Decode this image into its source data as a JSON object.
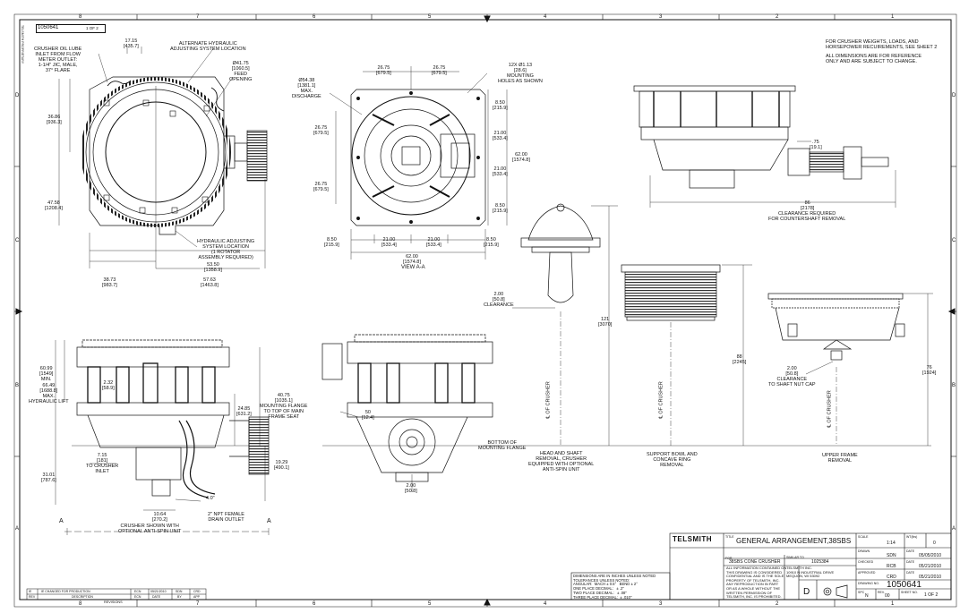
{
  "border": {
    "top_numbers": [
      "8",
      "7",
      "6",
      "5",
      "4",
      "3",
      "2",
      "1"
    ],
    "bottom_numbers": [
      "8",
      "7",
      "6",
      "5",
      "4",
      "3",
      "2",
      "1"
    ],
    "letters": [
      "D",
      "C",
      "B",
      "A"
    ]
  },
  "top_box": {
    "dwg": "1050641",
    "sheet": "1 OF 2"
  },
  "side_stamp": "TELSMITH PROPRIETARY",
  "notes": {
    "note1": "FOR CRUSHER WEIGHTS, LOADS, AND\nHORSEPOWER RECUIREMENTS, SEE SHEET 2",
    "note2": "ALL DIMENSIONS ARE FOR REFERENCE\nONLY AND ARE SUBJECT TO CHANGE."
  },
  "top_view": {
    "lube": "CRUSHER OIL LUBE\nINLET FROM FLOW\nMETER OUTLET:\n1-1/4\" JIC, MALE,\n37° FLARE",
    "d1715": "17.15\n[435.7]",
    "alt_hyd": "ALTERNATE HYDRAULIC\nADJUSTING SYSTEM LOCATION",
    "feed": "Ø41.75\n[1060.5]\nFEED\nOPENING",
    "d3686": "36.86\n[936.3]",
    "d4758": "47.58\n[1208.4]",
    "hyd_loc": "HYDRAULIC ADJUSTING\nSYSTEM LOCATION\n(1 ROTATOR\nASSEMBLY REQUIRED)",
    "d5350": "53.50\n[1358.9]",
    "d3873": "38.73\n[983.7]",
    "d5763": "57.63\n[1463.8]"
  },
  "view_aa": {
    "d2675a": "26.75\n[679.5]",
    "d2675b": "26.75\n[679.5]",
    "holes": "12X Ø1.13\n[28.6]\nMOUNTING\nHOLES AS SHOWN",
    "discharge": "Ø54.38\n[1381.1]\nMAX.\nDISCHARGE",
    "l2675a": "26.75\n[679.5]",
    "l2675b": "26.75\n[679.5]",
    "r850a": "8.50\n[215.9]",
    "r2100a": "21.00\n[533.4]",
    "r2100b": "21.00\n[533.4]",
    "r850b": "8.50\n[215.9]",
    "r6200": "62.00\n[1574.8]",
    "b850a": "8.50\n[215.9]",
    "b2100a": "21.00\n[533.4]",
    "b2100b": "21.00\n[533.4]",
    "b850b": "8.50\n[215.9]",
    "b6200": "62.00\n[1574.8]",
    "label": "VIEW A-A"
  },
  "side_top": {
    "d75": ".75\n[19.1]",
    "d86": "86\n[2178]",
    "clearance": "CLEARANCE REQUIRED\nFOR COUNTERSHAFT REMOVAL"
  },
  "head": {
    "d200": "2.00\n[50.8]\nCLEARANCE",
    "d121": "121\n[3070]",
    "cl": "℄ OF CRUSHER",
    "caption": "HEAD AND SHAFT\nREMOVAL, CRUSHER\nEQUIPPED WITH OPTIONAL\nANTI-SPIN UNIT"
  },
  "bowl": {
    "d88": "88\n[2245]",
    "cl": "℄ OF CRUSHER",
    "caption": "SUPPORT BOWL AND\nCONCAVE RING\nREMOVAL"
  },
  "upper": {
    "d200": "2.00\n[50.8]\nCLEARANCE\nTO SHAFT NUT CAP",
    "d76": "76\n[1924]",
    "cl": "℄ OF CRUSHER",
    "caption": "UPPER FRAME\nREMOVAL"
  },
  "elev": {
    "d6099": "60.99\n[1549]\nMIN.",
    "d6649": "66.49\n[1688.8]\nMAX.\nHYDRAULIC LIFT",
    "d232": "2.32\n[58.9]",
    "d4075": "40.75\n[1035.1]\nMOUNTING FLANGE\nTO TOP OF MAIN\nFRAME SEAT",
    "d2485": "24.85\n[631.2]",
    "d715": "7.15\n[181]\nTO CRUSHER\nINLET",
    "d1929": "19.29\n[490.1]",
    "d3101": "31.01\n[787.6]",
    "npt": "2\" NPT FEMALE\nDRAIN OUTLET",
    "d40": "4.0\"",
    "d1064": "10.64\n[270.2]",
    "shown": "CRUSHER SHOWN WITH\nOPTIONAL ANTI-SPIN UNIT",
    "a1": "A",
    "a2": "A"
  },
  "elev2": {
    "d50": "50\n[12.4]",
    "d200": "2.00\n[50.8]",
    "flange": "BOTTOM OF\nMOUNTING FLANGE"
  },
  "title_block": {
    "logo": "TELSMITH",
    "title_label": "TITLE",
    "title": "GENERAL ARRANGEMENT,38SBS",
    "scale_label": "SCALE",
    "scale": "1:14",
    "wt_label": "WT(lbs)",
    "wt": "0",
    "drawn_label": "DRAWN",
    "drawn": "SDN",
    "date_label": "DATE",
    "drawn_date": "05/05/2010",
    "for_label": "FOR",
    "for": "38SBS CONE CRUSHER",
    "similar_label": "SIMILAR TO",
    "similar": "1025384",
    "checked_label": "CHECKED",
    "checked": "RCB",
    "checked_date": "05/21/2010",
    "approved_label": "APPROVED",
    "approved": "CRD",
    "approved_date": "05/21/2010",
    "info": "ALL INFORMATION CONTAINED ON\nTHIS DRAWING IS CONSIDERED\nCONFIDENTIAL AND IS THE SOLE\nPROPERTY OF TELSMITH, INC.\nANY REPRODUCTION IN PART\nOR AS A WHOLE WITHOUT THE\nWRITTEN PERMISSION OF\nTELSMITH, INC. IS PROHIBITED.",
    "address": "TELSMITH INC.\n10910 N INDUSTRIAL DRIVE\nMEQUON, WI 53092",
    "dwgno_label": "DRAWING NO.",
    "dwgno": "1050641",
    "size": "D",
    "spc_label": "SPC",
    "spc": "N",
    "rev_label": "REV.",
    "rev": "00",
    "sheet_label": "SHEET NO.",
    "sheet": "1 OF 2",
    "tolerances": "DIMENSIONS ARE IN INCHES UNLESS NOTED\nTOLERANCES UNLESS NOTED:\nANGULAR:  MACH ± 0.5°   BEND ± 2°\nONE PLACE DECIMAL:   ± .2\"\nTWO PLACE DECIMAL:   ± .08\"\nTHREE PLACE DECIMAL:  ± .010\""
  },
  "revisions": {
    "h_ie": "IE",
    "h_changed": "IE CHANGED FOR PRODUCTION",
    "h_ecn": "ECN",
    "h_date": "DATE",
    "h_by": "BY",
    "h_app": "APP",
    "r_ecn": "",
    "r_date": "05/21/2010",
    "r_by": "SDN",
    "r_app": "CRD",
    "row_labels": [
      "REV",
      "DESCRIPTION"
    ],
    "title": "REVISIONS"
  }
}
